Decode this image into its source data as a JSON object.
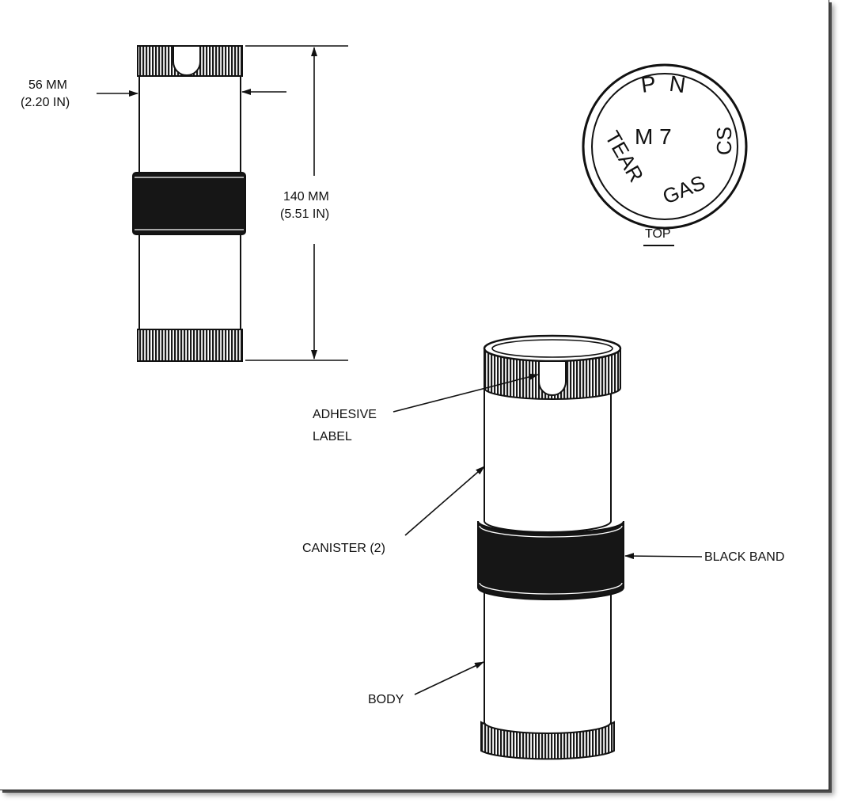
{
  "dimensions": {
    "diameter_mm": "56 MM",
    "diameter_in": "(2.20 IN)",
    "length_mm": "140 MM",
    "length_in": "(5.51 IN)"
  },
  "top_marking": {
    "letters_top": [
      "P",
      "N"
    ],
    "model": "M 7",
    "agent": "CS",
    "type_left": "TEAR",
    "type_bottom": "GAS",
    "caption": "TOP"
  },
  "callouts": {
    "adhesive_label_line1": "ADHESIVE",
    "adhesive_label_line2": "LABEL",
    "canister": "CANISTER (2)",
    "black_band": "BLACK BAND",
    "body": "BODY"
  },
  "colors": {
    "ink": "#111111",
    "band": "#161616"
  }
}
